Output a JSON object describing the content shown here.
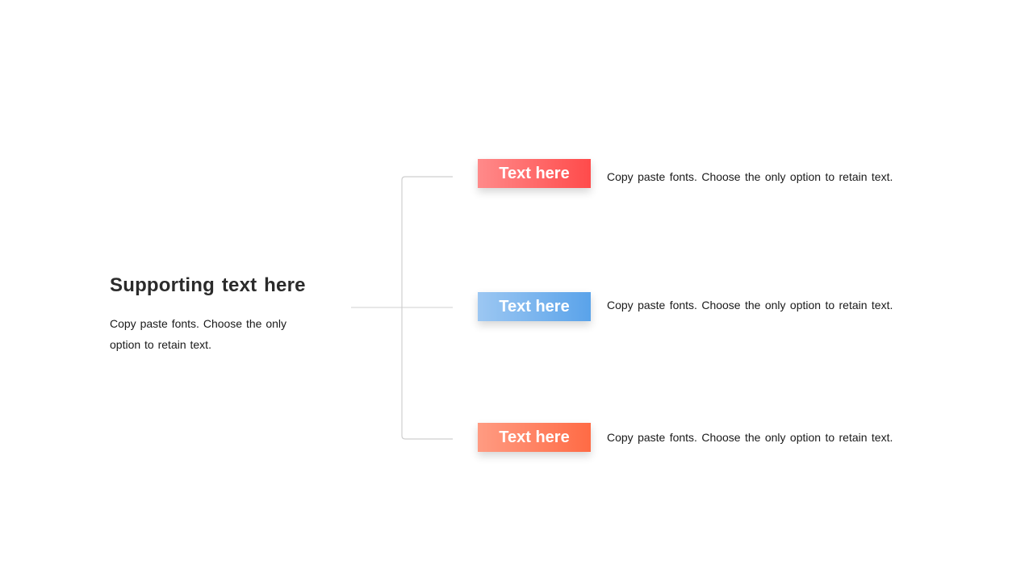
{
  "main": {
    "title": "Supporting text here",
    "text": "Copy paste fonts. Choose the only option to retain text."
  },
  "branches": [
    {
      "label": "Text here",
      "text": "Copy paste fonts. Choose the only option to retain text.",
      "color": "#ff4b4b"
    },
    {
      "label": "Text here",
      "text": "Copy paste fonts. Choose the only option to retain text.",
      "color": "#5aa3ea"
    },
    {
      "label": "Text here",
      "text": "Copy paste fonts. Choose the only option to retain text.",
      "color": "#ff6b45"
    }
  ]
}
